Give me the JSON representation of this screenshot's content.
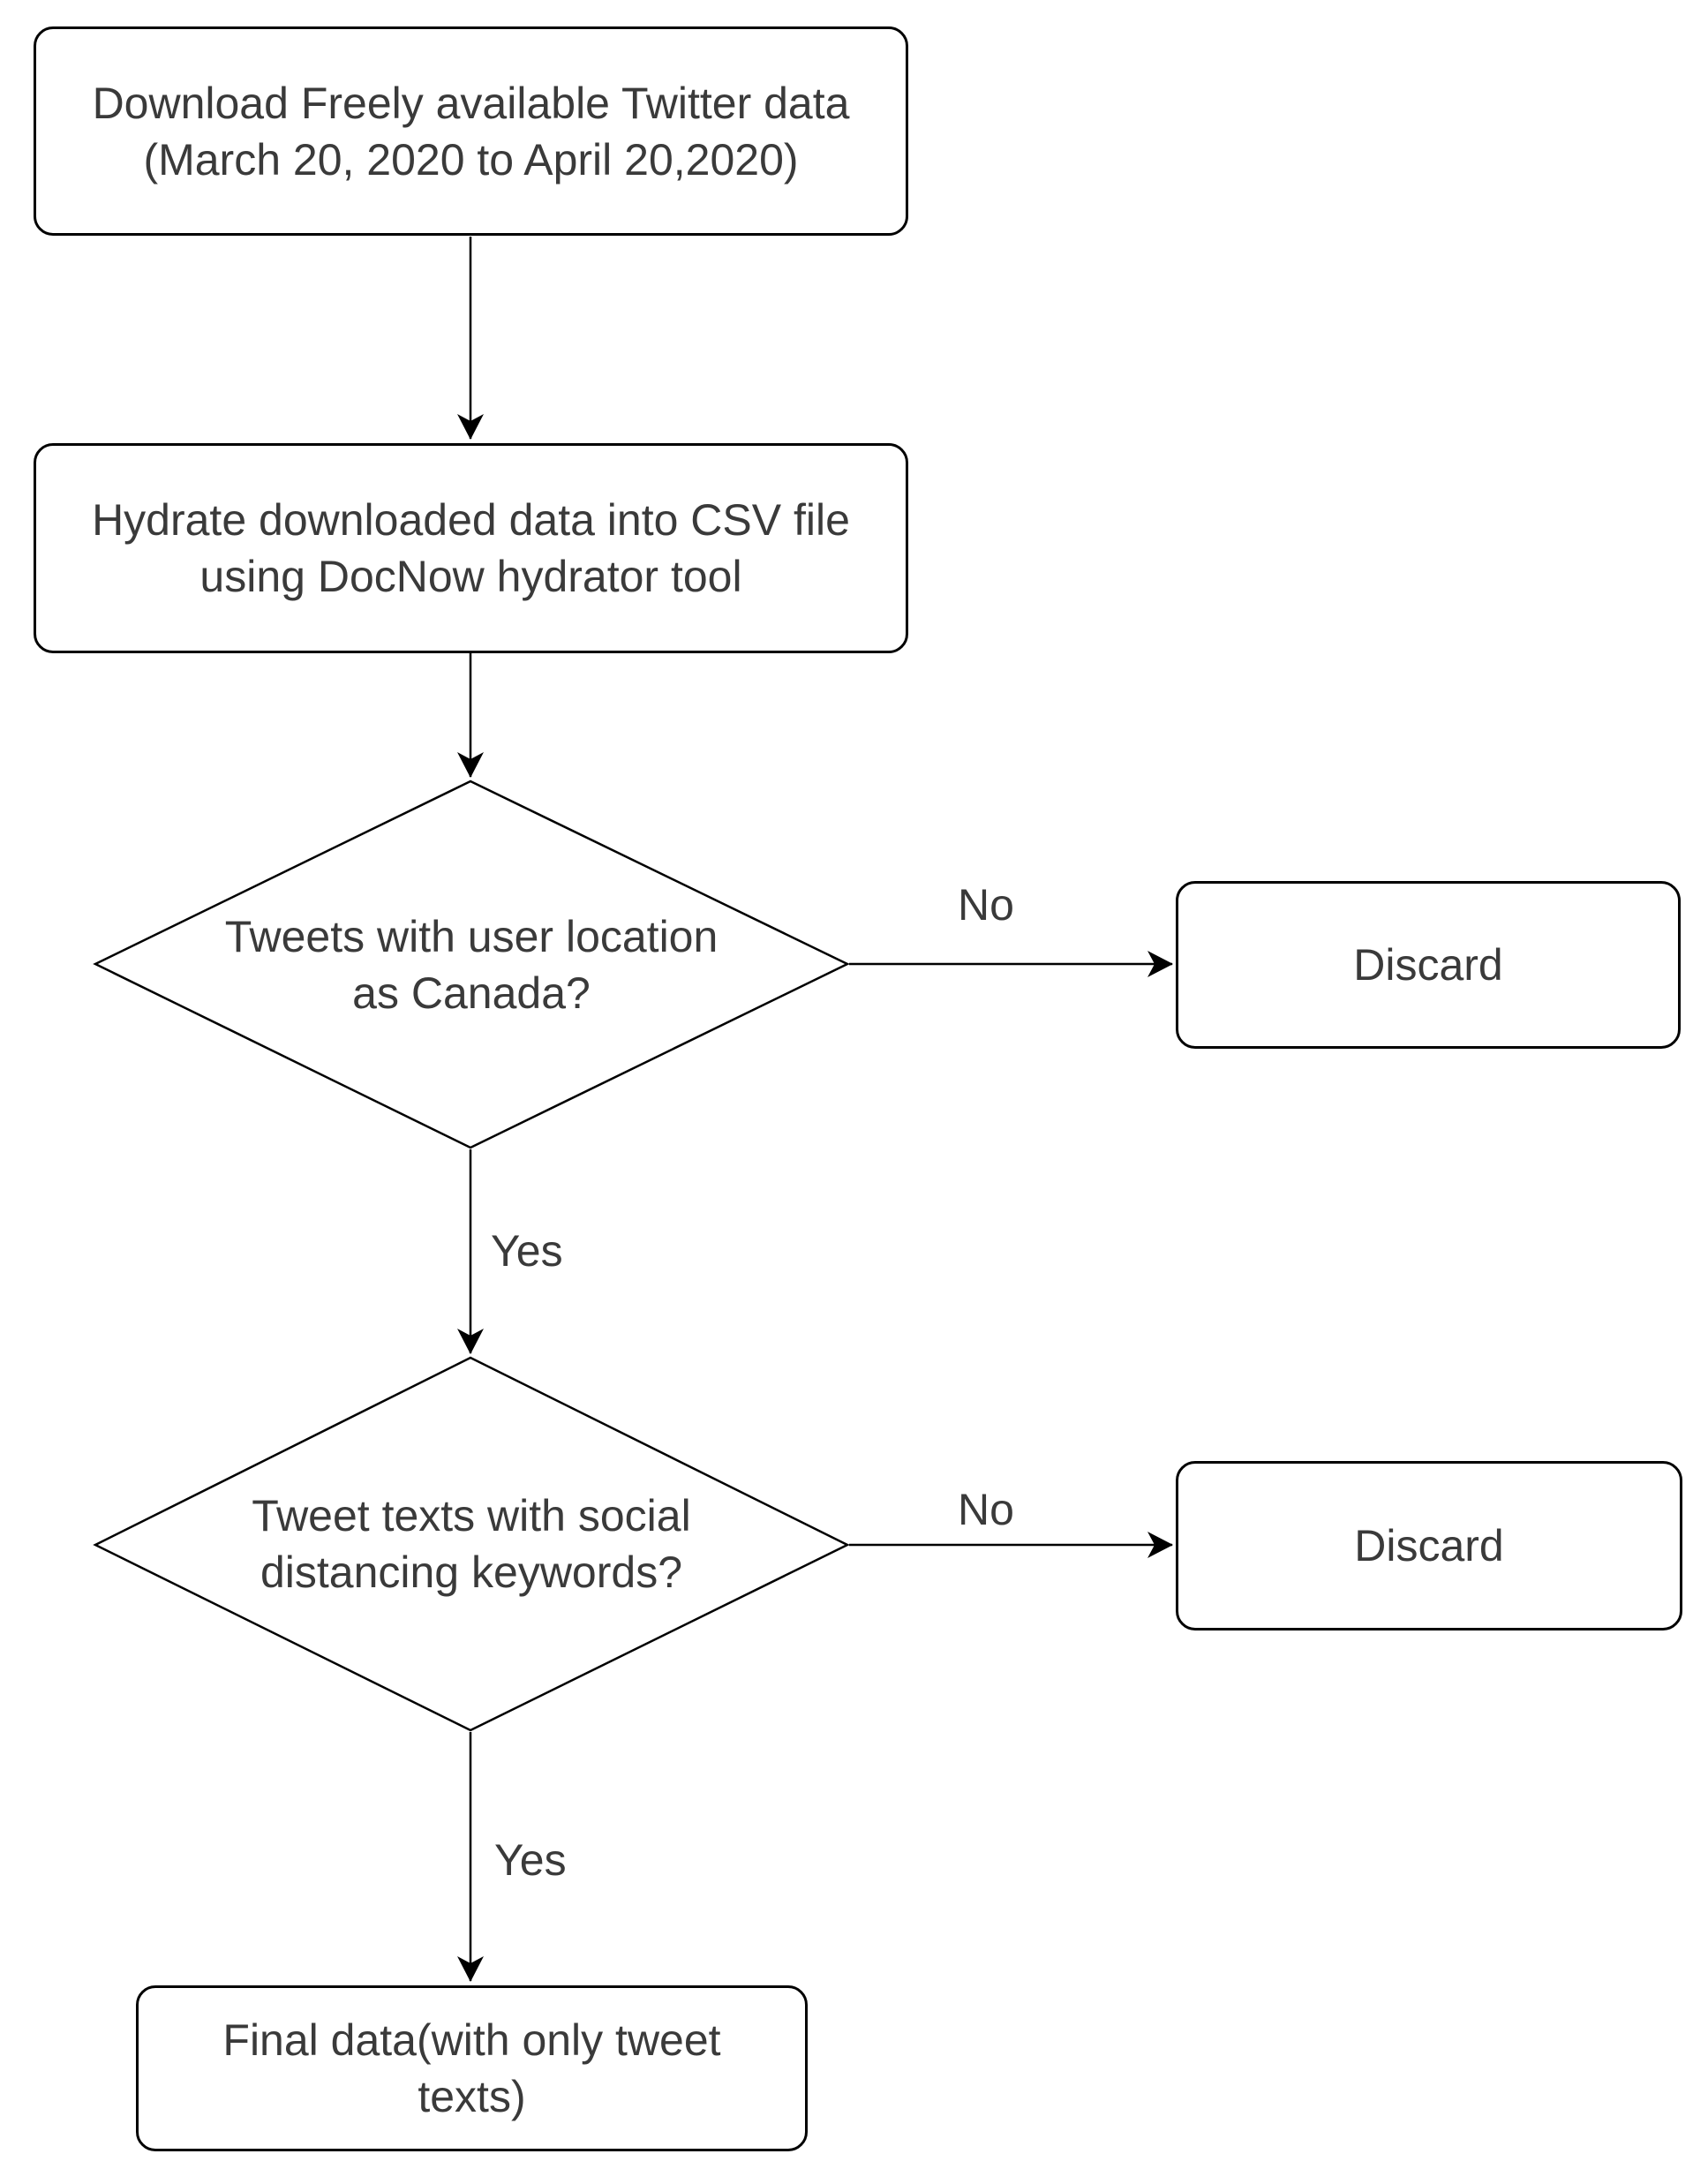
{
  "diagram": {
    "nodes": {
      "download": {
        "label": "Download Freely available Twitter data\n(March 20, 2020 to April 20,2020)"
      },
      "hydrate": {
        "label": "Hydrate downloaded data into CSV file\nusing DocNow hydrator tool"
      },
      "decision_location": {
        "label": "Tweets with user location\nas Canada?"
      },
      "discard_1": {
        "label": "Discard"
      },
      "decision_keywords": {
        "label": "Tweet texts with social\ndistancing keywords?"
      },
      "discard_2": {
        "label": "Discard"
      },
      "final": {
        "label": "Final data(with only tweet\ntexts)"
      }
    },
    "edge_labels": {
      "location_no": "No",
      "location_yes": "Yes",
      "keywords_no": "No",
      "keywords_yes": "Yes"
    },
    "colors": {
      "stroke": "#000000",
      "text": "#3a3a3a",
      "background": "#ffffff"
    }
  }
}
